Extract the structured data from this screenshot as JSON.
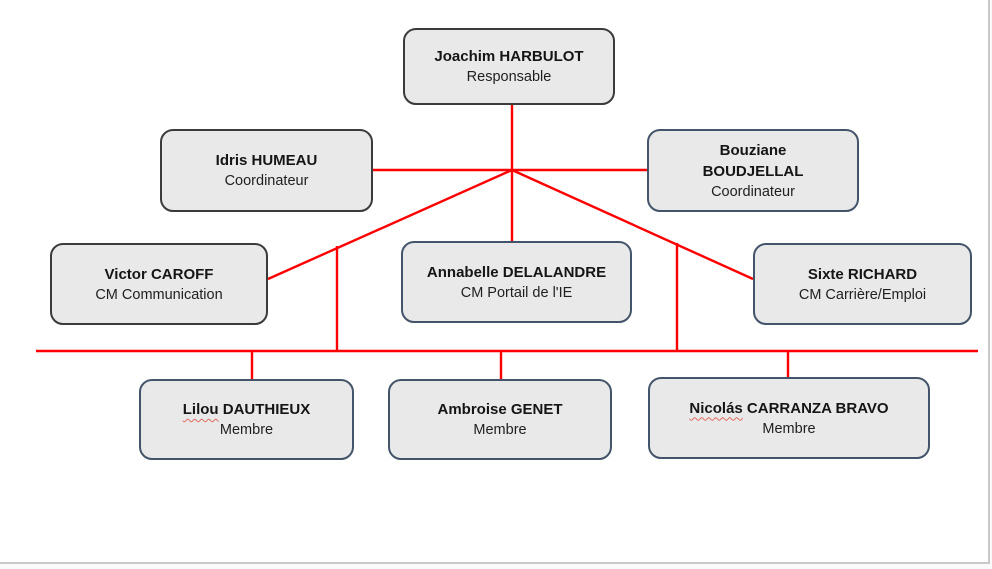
{
  "slide": {
    "background": "#ffffff",
    "edge_border": "#c9c9c9"
  },
  "colors": {
    "connector_red": "#ff0000",
    "node_fill": "#e9e9e9",
    "node_border_dark": "#3b3b3b",
    "node_border_slate": "#44546a",
    "text": "#151515",
    "spellcheck_squiggle": "#e06a5f"
  },
  "org": {
    "nodes": [
      {
        "id": "responsable",
        "level": 1,
        "name": "Joachim HARBULOT",
        "role": "Responsable"
      },
      {
        "id": "coordinateur-1",
        "level": 2,
        "name": "Idris HUMEAU",
        "role": "Coordinateur"
      },
      {
        "id": "coordinateur-2",
        "level": 2,
        "name": "Bouziane BOUDJELLAL",
        "name_line1": "Bouziane",
        "name_line2": "BOUDJELLAL",
        "role": "Coordinateur"
      },
      {
        "id": "cm-communication",
        "level": 3,
        "name": "Victor CAROFF",
        "role": "CM Communication"
      },
      {
        "id": "cm-portail",
        "level": 3,
        "name": "Annabelle DELALANDRE",
        "role": "CM Portail de l'IE"
      },
      {
        "id": "cm-carriere",
        "level": 3,
        "name": "Sixte RICHARD",
        "role": "CM Carrière/Emploi"
      },
      {
        "id": "membre-1",
        "level": 4,
        "name": "Lilou DAUTHIEUX",
        "name_flagged": "Lilou",
        "name_rest": "DAUTHIEUX",
        "role": "Membre"
      },
      {
        "id": "membre-2",
        "level": 4,
        "name": "Ambroise GENET",
        "role": "Membre"
      },
      {
        "id": "membre-3",
        "level": 4,
        "name": "Nicolás CARRANZA BRAVO",
        "name_flagged": "Nicolás",
        "name_rest": "CARRANZA BRAVO",
        "role": "Membre"
      }
    ]
  }
}
